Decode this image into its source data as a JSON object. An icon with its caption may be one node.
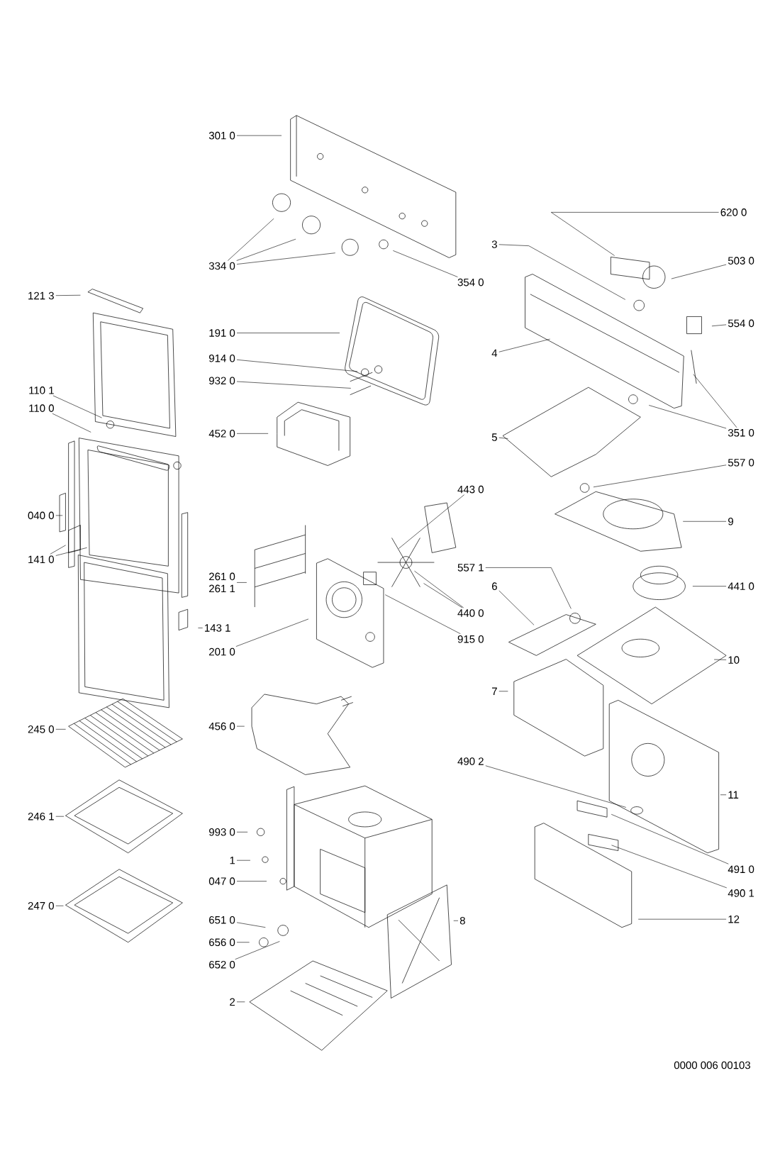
{
  "diagram": {
    "nodes": [
      {
        "text": [
          "301 0"
        ]
      },
      {
        "text": [
          "620 0"
        ]
      },
      {
        "text": [
          "3"
        ]
      },
      {
        "text": [
          "334 0"
        ]
      },
      {
        "text": [
          "503 0"
        ]
      },
      {
        "text": [
          "354 0"
        ]
      },
      {
        "text": [
          "121 3"
        ]
      },
      {
        "text": [
          "554 0"
        ]
      },
      {
        "text": [
          "191 0"
        ]
      },
      {
        "text": [
          "4"
        ]
      },
      {
        "text": [
          "914 0"
        ]
      },
      {
        "text": [
          "932 0"
        ]
      },
      {
        "text": [
          "110 1"
        ]
      },
      {
        "text": [
          "110 0"
        ]
      },
      {
        "text": [
          "452 0"
        ]
      },
      {
        "text": [
          "351 0"
        ]
      },
      {
        "text": [
          "5"
        ]
      },
      {
        "text": [
          "557 0"
        ]
      },
      {
        "text": [
          "443 0"
        ]
      },
      {
        "text": [
          "040 0"
        ]
      },
      {
        "text": [
          "9"
        ]
      },
      {
        "text": [
          "141 0"
        ]
      },
      {
        "text": [
          "557 1"
        ]
      },
      {
        "text": [
          "261 0",
          "261 1"
        ]
      },
      {
        "text": [
          "441 0"
        ]
      },
      {
        "text": [
          "6"
        ]
      },
      {
        "text": [
          "440 0"
        ]
      },
      {
        "text": [
          "915 0"
        ]
      },
      {
        "text": [
          "201 0"
        ]
      },
      {
        "text": [
          "143 1"
        ]
      },
      {
        "text": [
          "10"
        ]
      },
      {
        "text": [
          "7"
        ]
      },
      {
        "text": [
          "245 0"
        ]
      },
      {
        "text": [
          "456 0"
        ]
      },
      {
        "text": [
          "490 2"
        ]
      },
      {
        "text": [
          "11"
        ]
      },
      {
        "text": [
          "246 1"
        ]
      },
      {
        "text": [
          "993 0"
        ]
      },
      {
        "text": [
          "1"
        ]
      },
      {
        "text": [
          "491 0"
        ]
      },
      {
        "text": [
          "047 0"
        ]
      },
      {
        "text": [
          "490 1"
        ]
      },
      {
        "text": [
          "247 0"
        ]
      },
      {
        "text": [
          "651 0"
        ]
      },
      {
        "text": [
          "8"
        ]
      },
      {
        "text": [
          "12"
        ]
      },
      {
        "text": [
          "656 0"
        ]
      },
      {
        "text": [
          "652 0"
        ]
      },
      {
        "text": [
          "2"
        ]
      }
    ],
    "edges": [
      {
        "from": 0,
        "to": null,
        "arrow": "none"
      },
      {
        "from": 1,
        "to": null,
        "arrow": "none"
      },
      {
        "from": 2,
        "to": null,
        "arrow": "none"
      },
      {
        "from": 3,
        "to": null,
        "arrow": "none"
      },
      {
        "from": 3,
        "to": null,
        "arrow": "none"
      },
      {
        "from": 3,
        "to": null,
        "arrow": "none"
      },
      {
        "from": 4,
        "to": null,
        "arrow": "none"
      },
      {
        "from": 5,
        "to": null,
        "arrow": "none"
      },
      {
        "from": 6,
        "to": null,
        "arrow": "none"
      },
      {
        "from": 7,
        "to": null,
        "arrow": "none"
      },
      {
        "from": 8,
        "to": null,
        "arrow": "none"
      },
      {
        "from": 9,
        "to": null,
        "arrow": "none"
      },
      {
        "from": 10,
        "to": null,
        "arrow": "none"
      },
      {
        "from": 11,
        "to": null,
        "arrow": "none"
      },
      {
        "from": 12,
        "to": null,
        "arrow": "none"
      },
      {
        "from": 13,
        "to": null,
        "arrow": "none"
      },
      {
        "from": 14,
        "to": null,
        "arrow": "none"
      },
      {
        "from": 15,
        "to": null,
        "arrow": "none"
      },
      {
        "from": 15,
        "to": null,
        "arrow": "none"
      },
      {
        "from": 16,
        "to": null,
        "arrow": "none"
      },
      {
        "from": 17,
        "to": null,
        "arrow": "none"
      },
      {
        "from": 18,
        "to": null,
        "arrow": "none"
      },
      {
        "from": 19,
        "to": null,
        "arrow": "none"
      },
      {
        "from": 20,
        "to": null,
        "arrow": "none"
      },
      {
        "from": 21,
        "to": null,
        "arrow": "none"
      },
      {
        "from": 21,
        "to": null,
        "arrow": "none"
      },
      {
        "from": 22,
        "to": null,
        "arrow": "none"
      },
      {
        "from": 23,
        "to": null,
        "arrow": "none"
      },
      {
        "from": 24,
        "to": null,
        "arrow": "none"
      },
      {
        "from": 25,
        "to": null,
        "arrow": "none"
      },
      {
        "from": 26,
        "to": null,
        "arrow": "none"
      },
      {
        "from": 26,
        "to": null,
        "arrow": "none"
      },
      {
        "from": 27,
        "to": null,
        "arrow": "none"
      },
      {
        "from": 28,
        "to": null,
        "arrow": "none"
      },
      {
        "from": 29,
        "to": null,
        "arrow": "none"
      },
      {
        "from": 30,
        "to": null,
        "arrow": "none"
      },
      {
        "from": 31,
        "to": null,
        "arrow": "none"
      },
      {
        "from": 32,
        "to": null,
        "arrow": "none"
      },
      {
        "from": 33,
        "to": null,
        "arrow": "none"
      },
      {
        "from": 34,
        "to": null,
        "arrow": "none"
      },
      {
        "from": 35,
        "to": null,
        "arrow": "none"
      },
      {
        "from": 36,
        "to": null,
        "arrow": "none"
      },
      {
        "from": 37,
        "to": null,
        "arrow": "none"
      },
      {
        "from": 38,
        "to": null,
        "arrow": "none"
      },
      {
        "from": 39,
        "to": null,
        "arrow": "none"
      },
      {
        "from": 40,
        "to": null,
        "arrow": "none"
      },
      {
        "from": 41,
        "to": null,
        "arrow": "none"
      },
      {
        "from": 42,
        "to": null,
        "arrow": "none"
      },
      {
        "from": 43,
        "to": null,
        "arrow": "none"
      },
      {
        "from": 44,
        "to": null,
        "arrow": "none"
      },
      {
        "from": 45,
        "to": null,
        "arrow": "none"
      },
      {
        "from": 46,
        "to": null,
        "arrow": "none"
      },
      {
        "from": 47,
        "to": null,
        "arrow": "none"
      },
      {
        "from": 48,
        "to": null,
        "arrow": "none"
      }
    ],
    "labels": [
      "0000 006 00103"
    ]
  }
}
